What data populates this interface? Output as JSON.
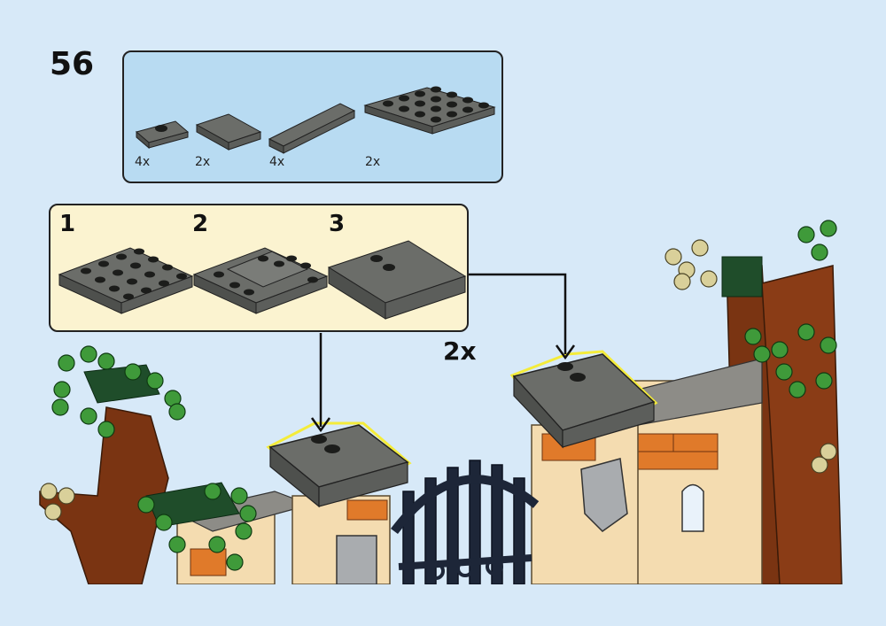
{
  "step": {
    "number": "56"
  },
  "parts": [
    {
      "name": "plate 1x2 with stud",
      "qty": "4x"
    },
    {
      "name": "tile 2x2",
      "qty": "2x"
    },
    {
      "name": "tile 1x4",
      "qty": "4x"
    },
    {
      "name": "plate 4x4",
      "qty": "2x"
    }
  ],
  "substeps": [
    {
      "label": "1"
    },
    {
      "label": "2"
    },
    {
      "label": "3"
    }
  ],
  "submodel_multiplier": "2x",
  "colors": {
    "background": "#d7e9f8",
    "parts_panel": "#b8dbf2",
    "substep_panel": "#fbf3d0",
    "brick_gray": "#6b6d69",
    "highlight": "#f4ec3a",
    "wall_tan": "#f4dcb0",
    "brick_orange": "#e07a2a",
    "leaf_green": "#3f9a3a",
    "trunk_brown": "#7a3412",
    "gate_navy": "#1d2638"
  }
}
